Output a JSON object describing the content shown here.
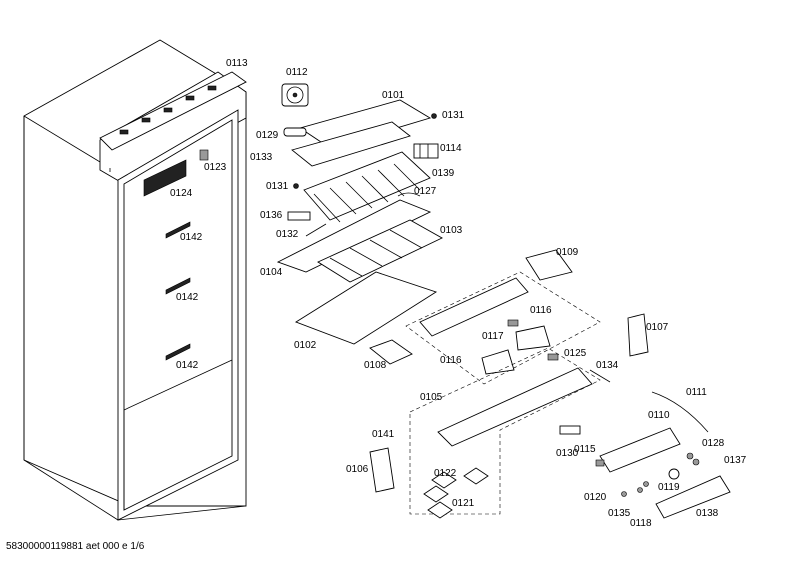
{
  "footer": "58300000119881 aet 000 e 1/6",
  "labels": {
    "l0113": "0113",
    "l0112": "0112",
    "l0101": "0101",
    "l0131a": "0131",
    "l0129": "0129",
    "l0133": "0133",
    "l0114": "0114",
    "l0123": "0123",
    "l0139": "0139",
    "l0131b": "0131",
    "l0127": "0127",
    "l0124": "0124",
    "l0136": "0136",
    "l0103": "0103",
    "l0132": "0132",
    "l0142a": "0142",
    "l0104": "0104",
    "l0109": "0109",
    "l0142b": "0142",
    "l0116a": "0116",
    "l0107": "0107",
    "l0117": "0117",
    "l0102": "0102",
    "l0125": "0125",
    "l0116b": "0116",
    "l0134": "0134",
    "l0108": "0108",
    "l0142c": "0142",
    "l0105": "0105",
    "l0111": "0111",
    "l0110": "0110",
    "l0141": "0141",
    "l0130": "0130",
    "l0128": "0128",
    "l0115": "0115",
    "l0137": "0137",
    "l0106": "0106",
    "l0122": "0122",
    "l0119": "0119",
    "l0121": "0121",
    "l0120": "0120",
    "l0135": "0135",
    "l0118": "0118",
    "l0138": "0138"
  }
}
